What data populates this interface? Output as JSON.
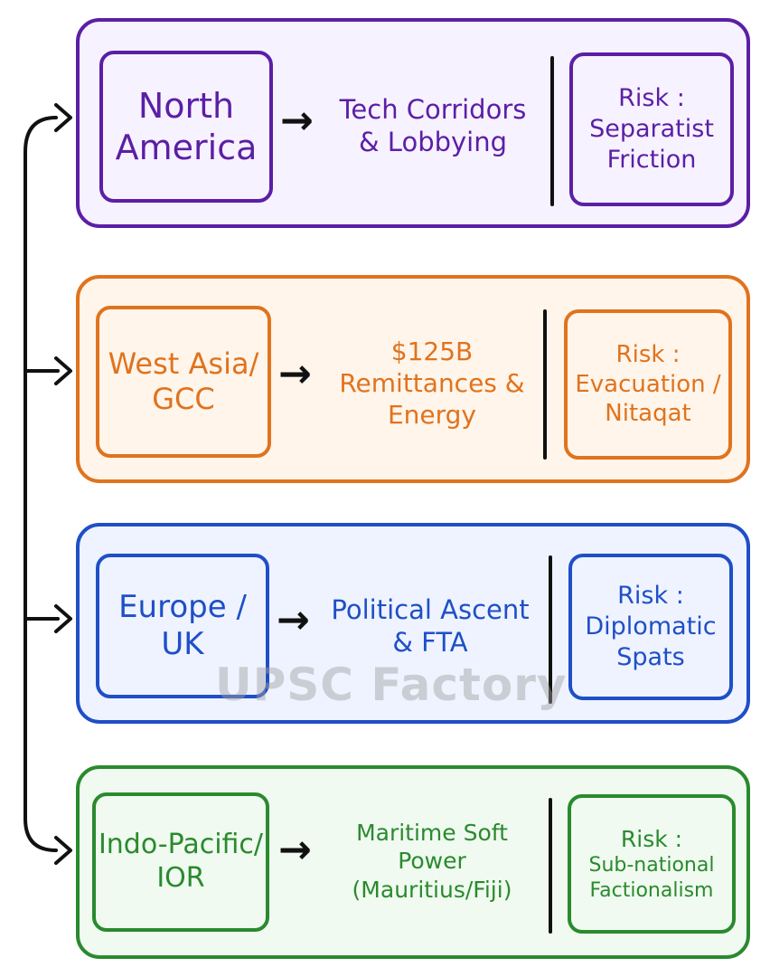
{
  "rows": [
    {
      "region": "North\nAmerica",
      "description": "Tech Corridors\n& Lobbying",
      "risk_label": "Risk :",
      "risk_value": "Separatist\nFriction",
      "color": "#5b1fa6",
      "fill": "#f7f2ff"
    },
    {
      "region": "West Asia/\nGCC",
      "description": "$125B\nRemittances &\nEnergy",
      "risk_label": "Risk :",
      "risk_value": "Evacuation /\nNitaqat",
      "color": "#e0731e",
      "fill": "#fff5ea"
    },
    {
      "region": "Europe /\nUK",
      "description": "Political Ascent\n& FTA",
      "risk_label": "Risk :",
      "risk_value": "Diplomatic\nSpats",
      "color": "#1f4fc7",
      "fill": "#eef3ff"
    },
    {
      "region": "Indo-Pacific/\nIOR",
      "description": "Maritime Soft\nPower\n(Mauritius/Fiji)",
      "risk_label": "Risk :",
      "risk_value": "Sub-national\nFactionalism",
      "color": "#2a8a2e",
      "fill": "#f0faf0"
    }
  ],
  "watermark": "UPSC Factory"
}
